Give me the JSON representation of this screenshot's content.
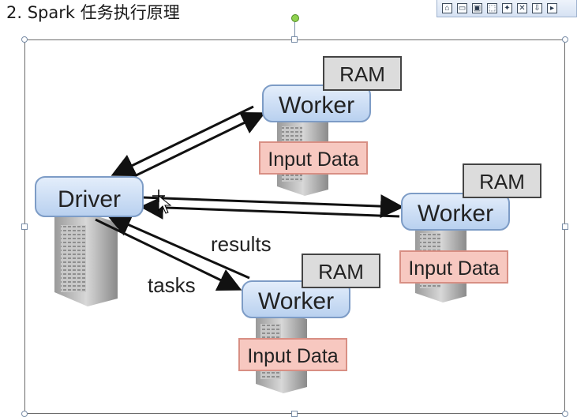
{
  "heading": "2. Spark 任务执行原理",
  "toolbar": {
    "buttons": [
      "open-icon",
      "window-icon",
      "restore-icon",
      "select-icon",
      "pin-icon",
      "close-box-icon",
      "export-icon",
      "more-icon"
    ]
  },
  "diagram": {
    "driver_label": "Driver",
    "workers": [
      {
        "label": "Worker",
        "ram": "RAM",
        "input": "Input Data"
      },
      {
        "label": "Worker",
        "ram": "RAM",
        "input": "Input Data"
      },
      {
        "label": "Worker",
        "ram": "RAM",
        "input": "Input Data"
      }
    ],
    "results_label": "results",
    "tasks_label": "tasks"
  },
  "colors": {
    "node_fill": "#c9dcf4",
    "node_border": "#6e8fb8",
    "ram_fill": "#dcdcdc",
    "input_fill": "#f7c8c0",
    "input_border": "#d88f84",
    "arrow": "#111111"
  }
}
